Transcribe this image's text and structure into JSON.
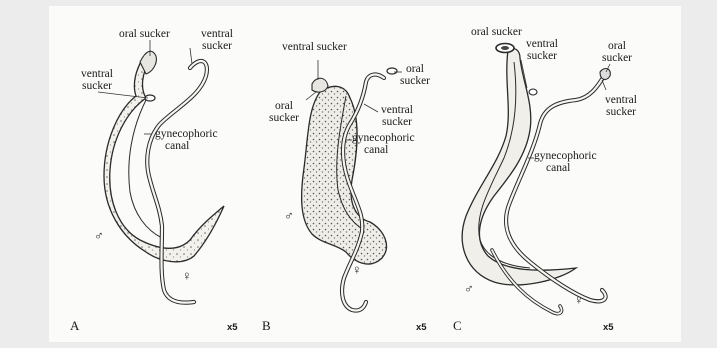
{
  "figure": {
    "panels": [
      {
        "letter": "A",
        "magnification": "x5",
        "labels": {
          "oral_sucker": "oral sucker",
          "ventral_sucker_female": [
            "ventral",
            "sucker"
          ],
          "ventral_sucker_male": [
            "ventral",
            "sucker"
          ],
          "gynecophoric_canal": [
            "gynecophoric",
            "canal"
          ]
        },
        "male_symbol": "♂",
        "female_symbol": "♀"
      },
      {
        "letter": "B",
        "magnification": "x5",
        "labels": {
          "ventral_sucker_top": "ventral sucker",
          "oral_sucker_right": [
            "oral",
            "sucker"
          ],
          "oral_sucker_left": [
            "oral",
            "sucker"
          ],
          "ventral_sucker_mid": [
            "ventral",
            "sucker"
          ],
          "gynecophoric_canal": [
            "gynecophoric",
            "canal"
          ]
        },
        "male_symbol": "♂",
        "female_symbol": "♀"
      },
      {
        "letter": "C",
        "magnification": "x5",
        "labels": {
          "oral_sucker": "oral sucker",
          "ventral_sucker_left": [
            "ventral",
            "sucker"
          ],
          "oral_sucker_right": [
            "oral",
            "sucker"
          ],
          "ventral_sucker_right": [
            "ventral",
            "sucker"
          ],
          "gynecophoric_canal": [
            "gynecophoric",
            "canal"
          ]
        },
        "male_symbol": "♂",
        "female_symbol": "♀"
      }
    ]
  }
}
